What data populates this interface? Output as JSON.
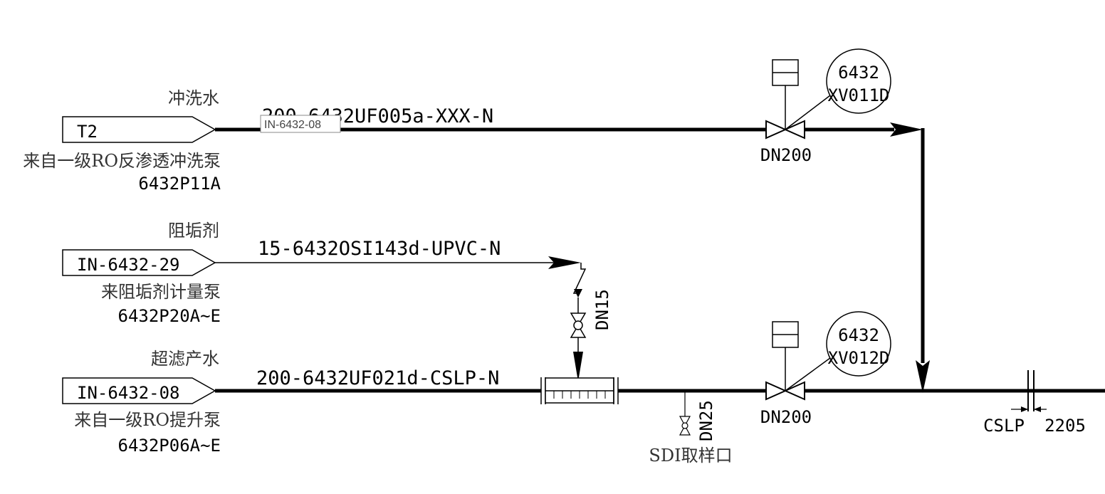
{
  "lines": [
    {
      "tag": "T2",
      "title": "冲洗水",
      "from": "来自一级RO反渗透冲洗泵",
      "equipment": "6432P11A",
      "line_no": "200-6432UF005a-XXX-N",
      "valve_size": "DN200",
      "instrument": {
        "number": "6432",
        "tag": "XV011D"
      }
    },
    {
      "tag": "IN-6432-29",
      "title": "阻垢剂",
      "from": "来阻垢剂计量泵",
      "equipment": "6432P20A~E",
      "line_no": "15-6432OSI143d-UPVC-N",
      "valve_size": "DN15"
    },
    {
      "tag": "IN-6432-08",
      "title": "超滤产水",
      "from": "来自一级RO提升泵",
      "equipment": "6432P06A~E",
      "line_no": "200-6432UF021d-CSLP-N",
      "valve_size": "DN200",
      "instrument": {
        "number": "6432",
        "tag": "XV012D"
      },
      "sample_valve_size": "DN25",
      "sample_label": "SDI取样口"
    }
  ],
  "tooltip": "IN-6432-08",
  "spec_break": {
    "left": "CSLP",
    "right": "2205"
  }
}
